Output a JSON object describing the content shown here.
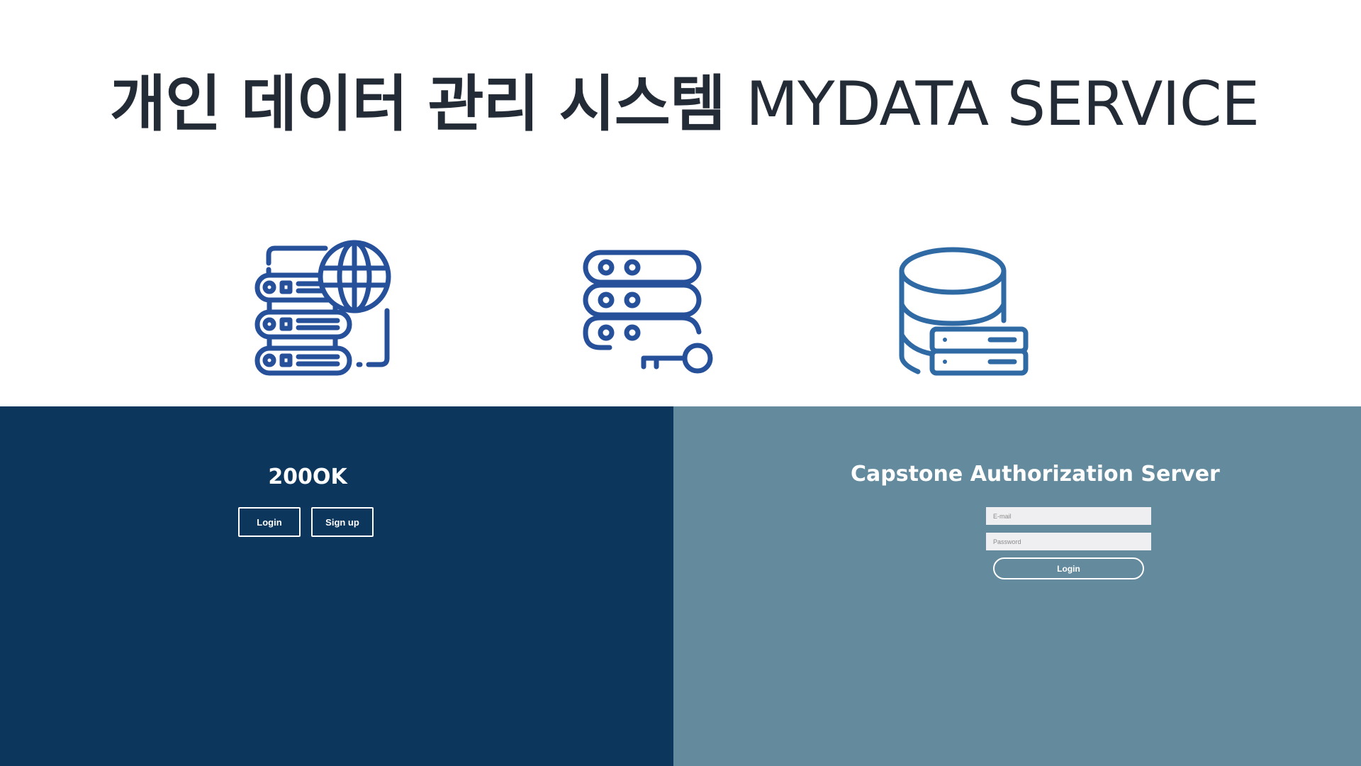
{
  "header": {
    "title_ko": "개인 데이터 관리 시스템",
    "title_en": "MYDATA SERVICE"
  },
  "icons": [
    {
      "name": "server-globe-icon",
      "color": "#27509b"
    },
    {
      "name": "server-key-icon",
      "color": "#27509b"
    },
    {
      "name": "database-server-icon",
      "color": "#2f6aa5"
    }
  ],
  "client_panel": {
    "name": "200OK",
    "login_label": "Login",
    "signup_label": "Sign up",
    "background": "#0d365d"
  },
  "auth_panel": {
    "title": "Capstone Authorization Server",
    "email_placeholder": "E-mail",
    "password_placeholder": "Password",
    "login_label": "Login",
    "background": "#638a9d"
  }
}
